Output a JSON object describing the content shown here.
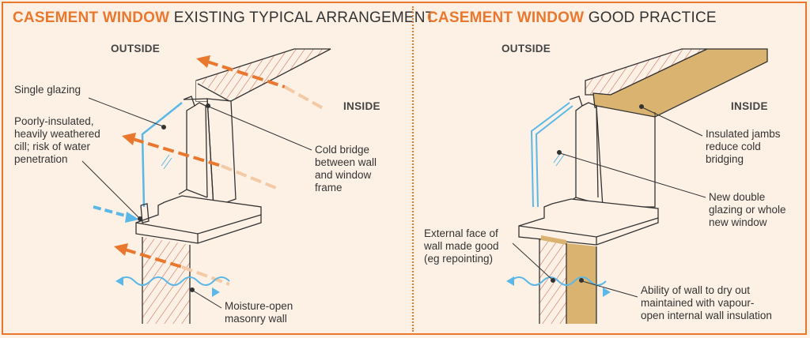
{
  "left_panel": {
    "title_strong": "CASEMENT WINDOW",
    "title_rest": "EXISTING TYPICAL ARRANGEMENT",
    "outside": "OUTSIDE",
    "inside": "INSIDE",
    "labels": {
      "single_glazing": "Single glazing",
      "cill": "Poorly-insulated,\nheavily weathered\ncill; risk of water\npenetration",
      "cold_bridge": "Cold bridge\nbetween wall\nand window\nframe",
      "moisture": "Moisture-open\nmasonry wall"
    }
  },
  "right_panel": {
    "title_strong": "CASEMENT WINDOW",
    "title_rest": "GOOD PRACTICE",
    "outside": "OUTSIDE",
    "inside": "INSIDE",
    "labels": {
      "insulated_jambs": "Insulated jambs\nreduce cold\nbridging",
      "double_glazing": "New double\nglazing or whole\nnew window",
      "external_face": "External face of\nwall made good\n(eg repointing)",
      "dry_out": "Ability of wall to dry out\nmaintained with vapour-\nopen internal wall insulation"
    }
  },
  "colors": {
    "accent": "#e9782e",
    "background": "#fdf1e6",
    "glass": "#5bb8e6",
    "brick_hatch": "#c9705a",
    "insulation": "#d9b36f",
    "line": "#333333"
  }
}
